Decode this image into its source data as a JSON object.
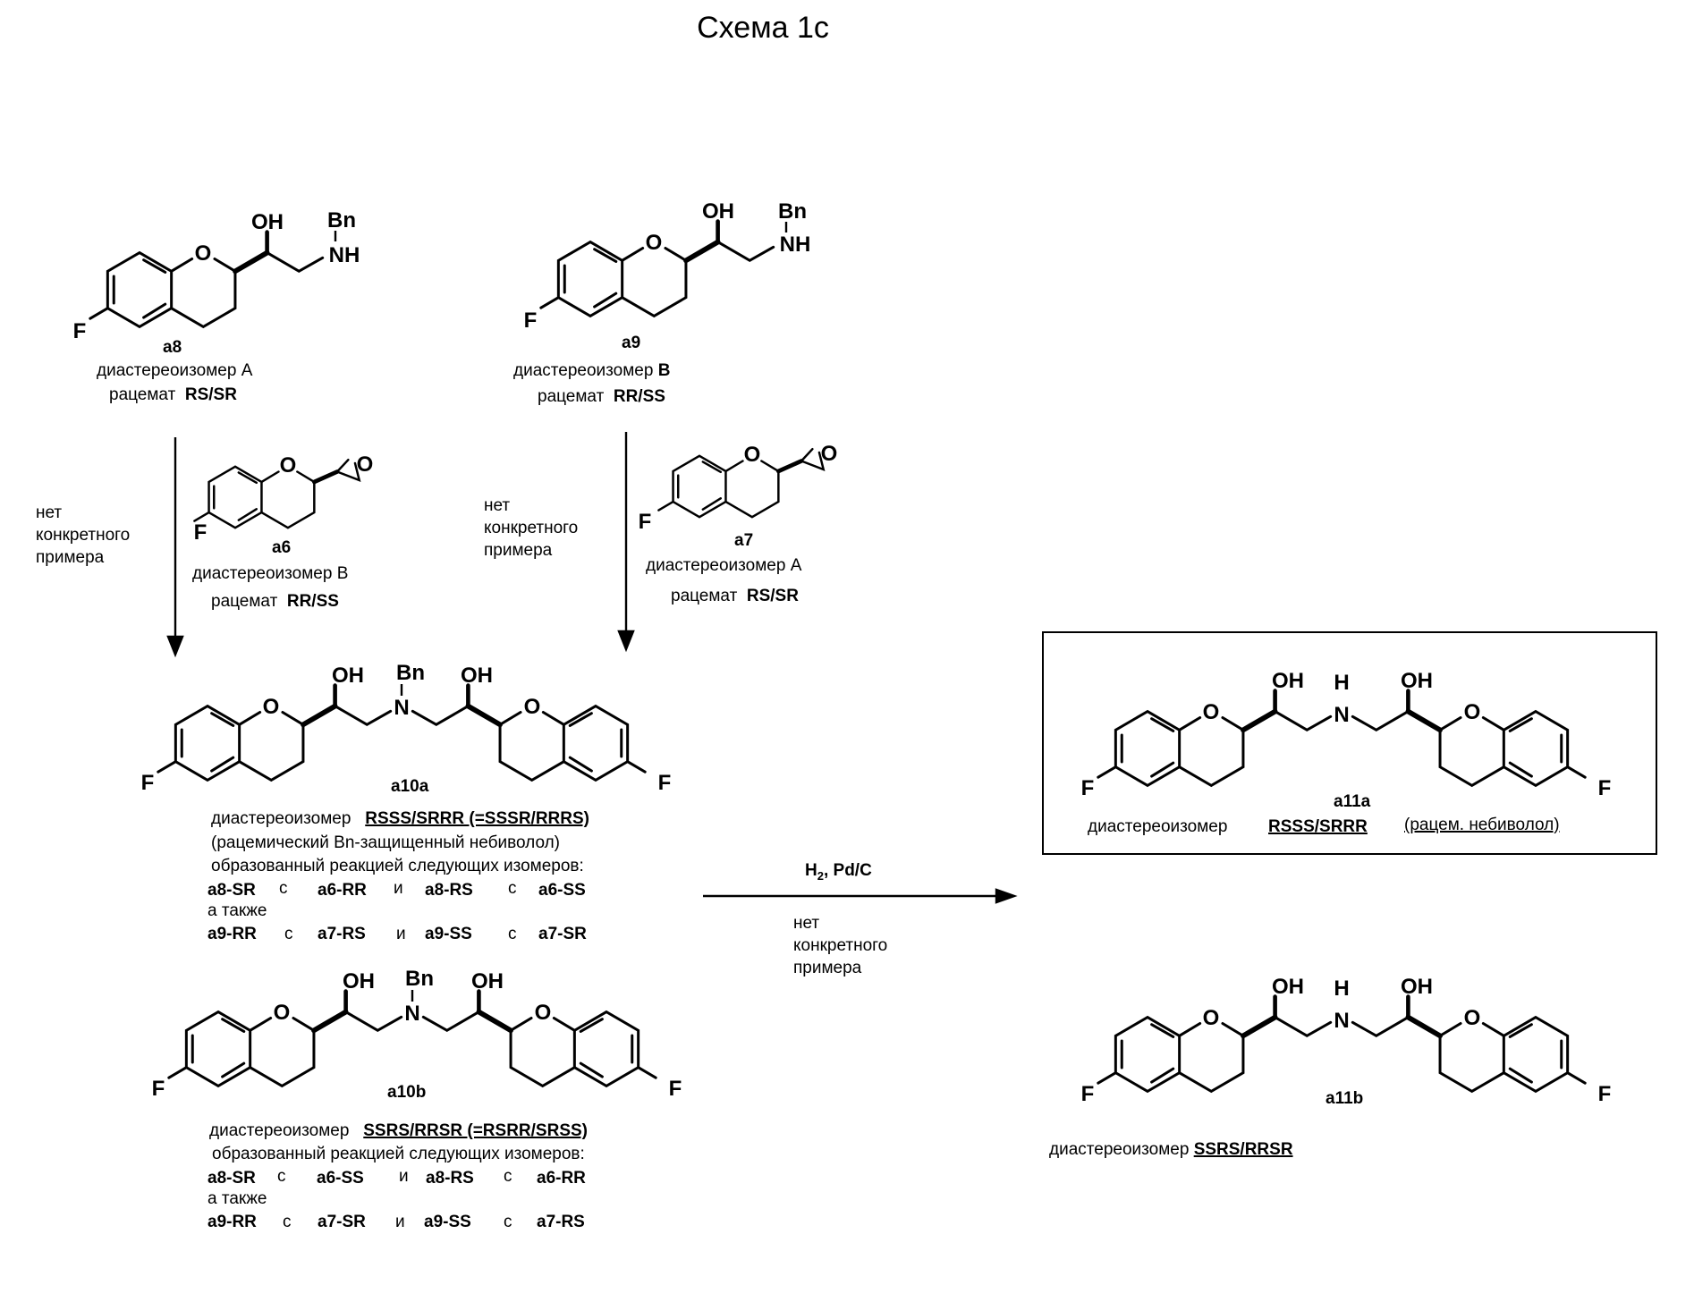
{
  "title": "Схема 1с",
  "atoms": {
    "O": "O",
    "F": "F",
    "OH": "OH",
    "Bn": "Bn",
    "NH": "NH",
    "N": "N",
    "H": "H"
  },
  "compounds": {
    "a8": {
      "label": "a8",
      "diastereomer_text": "диастереоизомер",
      "isomer": "A",
      "racemate_text": "рацемат",
      "racemate": "RS/SR"
    },
    "a9": {
      "label": "a9",
      "diastereomer_text": "диастереоизомер",
      "isomer": "B",
      "racemate_text": "рацемат",
      "racemate": "RR/SS"
    },
    "a6": {
      "label": "a6",
      "diastereomer_text": "диастереоизомер",
      "isomer": "B",
      "racemate_text": "рацемат",
      "racemate": "RR/SS"
    },
    "a7": {
      "label": "a7",
      "diastereomer_text": "диастереоизомер",
      "isomer": "A",
      "racemate_text": "рацемат",
      "racemate": "RS/SR"
    },
    "a10a": {
      "label": "a10a",
      "diastereomer_text": "диастереоизомер",
      "isomer": "RSSS/SRRR (=SSSR/RRRS)",
      "note": "(рацемический Bn-защищенный небиволол)",
      "formed_by": "образованный реакцией следующих изомеров:",
      "row1": [
        "a8-SR",
        "с",
        "a6-RR",
        "и",
        "a8-RS",
        "с",
        "a6-SS"
      ],
      "also": "а также",
      "row2": [
        "a9-RR",
        "с",
        "a7-RS",
        "и",
        "a9-SS",
        "с",
        "a7-SR"
      ]
    },
    "a10b": {
      "label": "a10b",
      "diastereomer_text": "диастереоизомер",
      "isomer": "SSRS/RRSR (=RSRR/SRSS)",
      "formed_by": "образованный реакцией следующих изомеров:",
      "row1": [
        "a8-SR",
        "с",
        "a6-SS",
        "и",
        "a8-RS",
        "с",
        "a6-RR"
      ],
      "also": "а также",
      "row2": [
        "a9-RR",
        "с",
        "a7-SR",
        "и",
        "a9-SS",
        "с",
        "a7-RS"
      ]
    },
    "a11a": {
      "label": "a11a",
      "diastereomer_text": "диастереоизомер",
      "isomer": "RSSS/SRRR",
      "note": "(рацем. небиволол)"
    },
    "a11b": {
      "label": "a11b",
      "diastereomer_text": "диастереоизомер",
      "isomer": "SSRS/RRSR"
    }
  },
  "no_example": {
    "line1": "нет",
    "line2": "конкретного",
    "line3": "примера"
  },
  "reagent": {
    "h": "H",
    "sub": "2",
    "rest": ", Pd/C"
  }
}
